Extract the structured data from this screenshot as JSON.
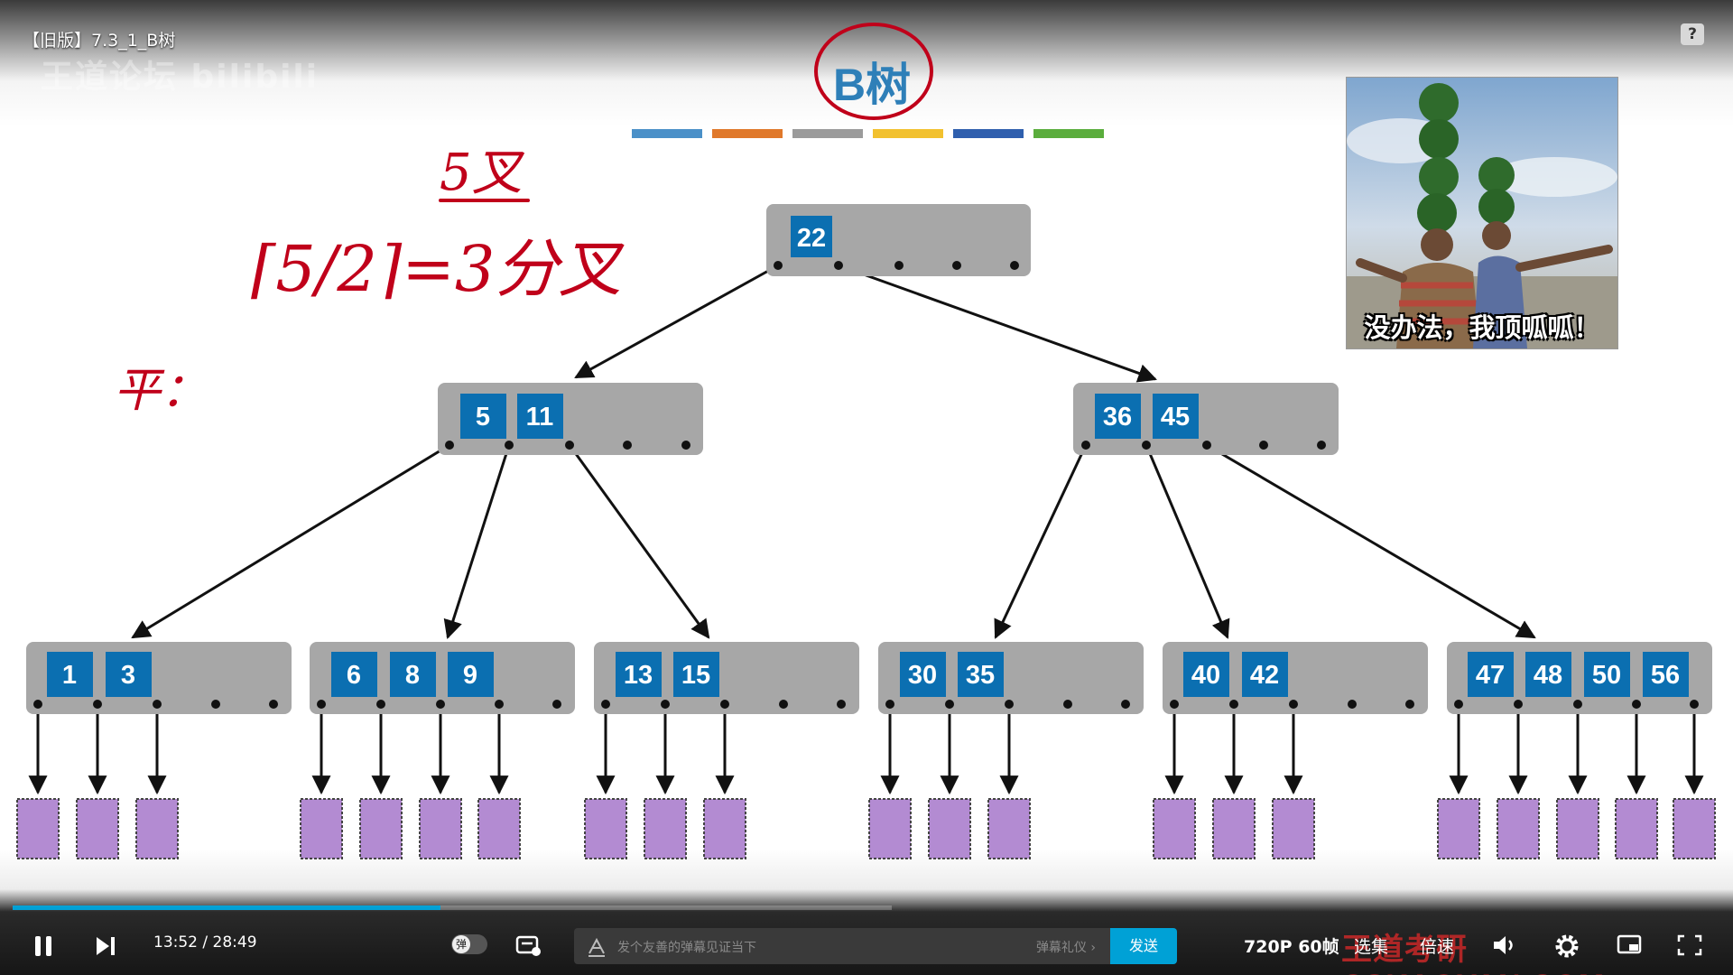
{
  "video": {
    "title": "【旧版】7.3_1_B树",
    "watermark_logo": "王道论坛 bilibili",
    "help_icon": "?"
  },
  "slide": {
    "title": "B树",
    "color_bars": [
      "#4a90c8",
      "#e0782a",
      "#9b9b9b",
      "#f2c12e",
      "#2f5fae",
      "#5aad3c"
    ],
    "handwriting": {
      "line1": "5叉",
      "line2": "⌈5/2⌉=3分叉",
      "line3": "平："
    },
    "tree": {
      "root": {
        "keys": [
          "22"
        ]
      },
      "level1": [
        {
          "keys": [
            "5",
            "11"
          ]
        },
        {
          "keys": [
            "36",
            "45"
          ]
        }
      ],
      "leaves": [
        {
          "keys": [
            "1",
            "3"
          ]
        },
        {
          "keys": [
            "6",
            "8",
            "9"
          ]
        },
        {
          "keys": [
            "13",
            "15"
          ]
        },
        {
          "keys": [
            "30",
            "35"
          ]
        },
        {
          "keys": [
            "40",
            "42"
          ]
        },
        {
          "keys": [
            "47",
            "48",
            "50",
            "56"
          ]
        }
      ]
    },
    "colors": {
      "node_bg": "#a7a7a7",
      "key_bg": "#0b6fb1",
      "failure_node": "#b38bd2",
      "handwriting": "#c0001a"
    },
    "meme": {
      "caption": "没办法，我顶呱呱！"
    }
  },
  "player": {
    "progress_fraction": 0.487,
    "current_time": "13:52",
    "time_separator": "/",
    "duration": "28:49",
    "danmaku_toggle_label": "弹",
    "danmaku_placeholder": "发个友善的弹幕见证当下",
    "danmaku_etiquette": "弹幕礼仪 ›",
    "send_label": "发送",
    "quality": "720P 60帧",
    "episodes_label": "选集",
    "speed_label": "倍速",
    "bottom_watermark": "王道考研 CSKAOYAN.COM"
  }
}
